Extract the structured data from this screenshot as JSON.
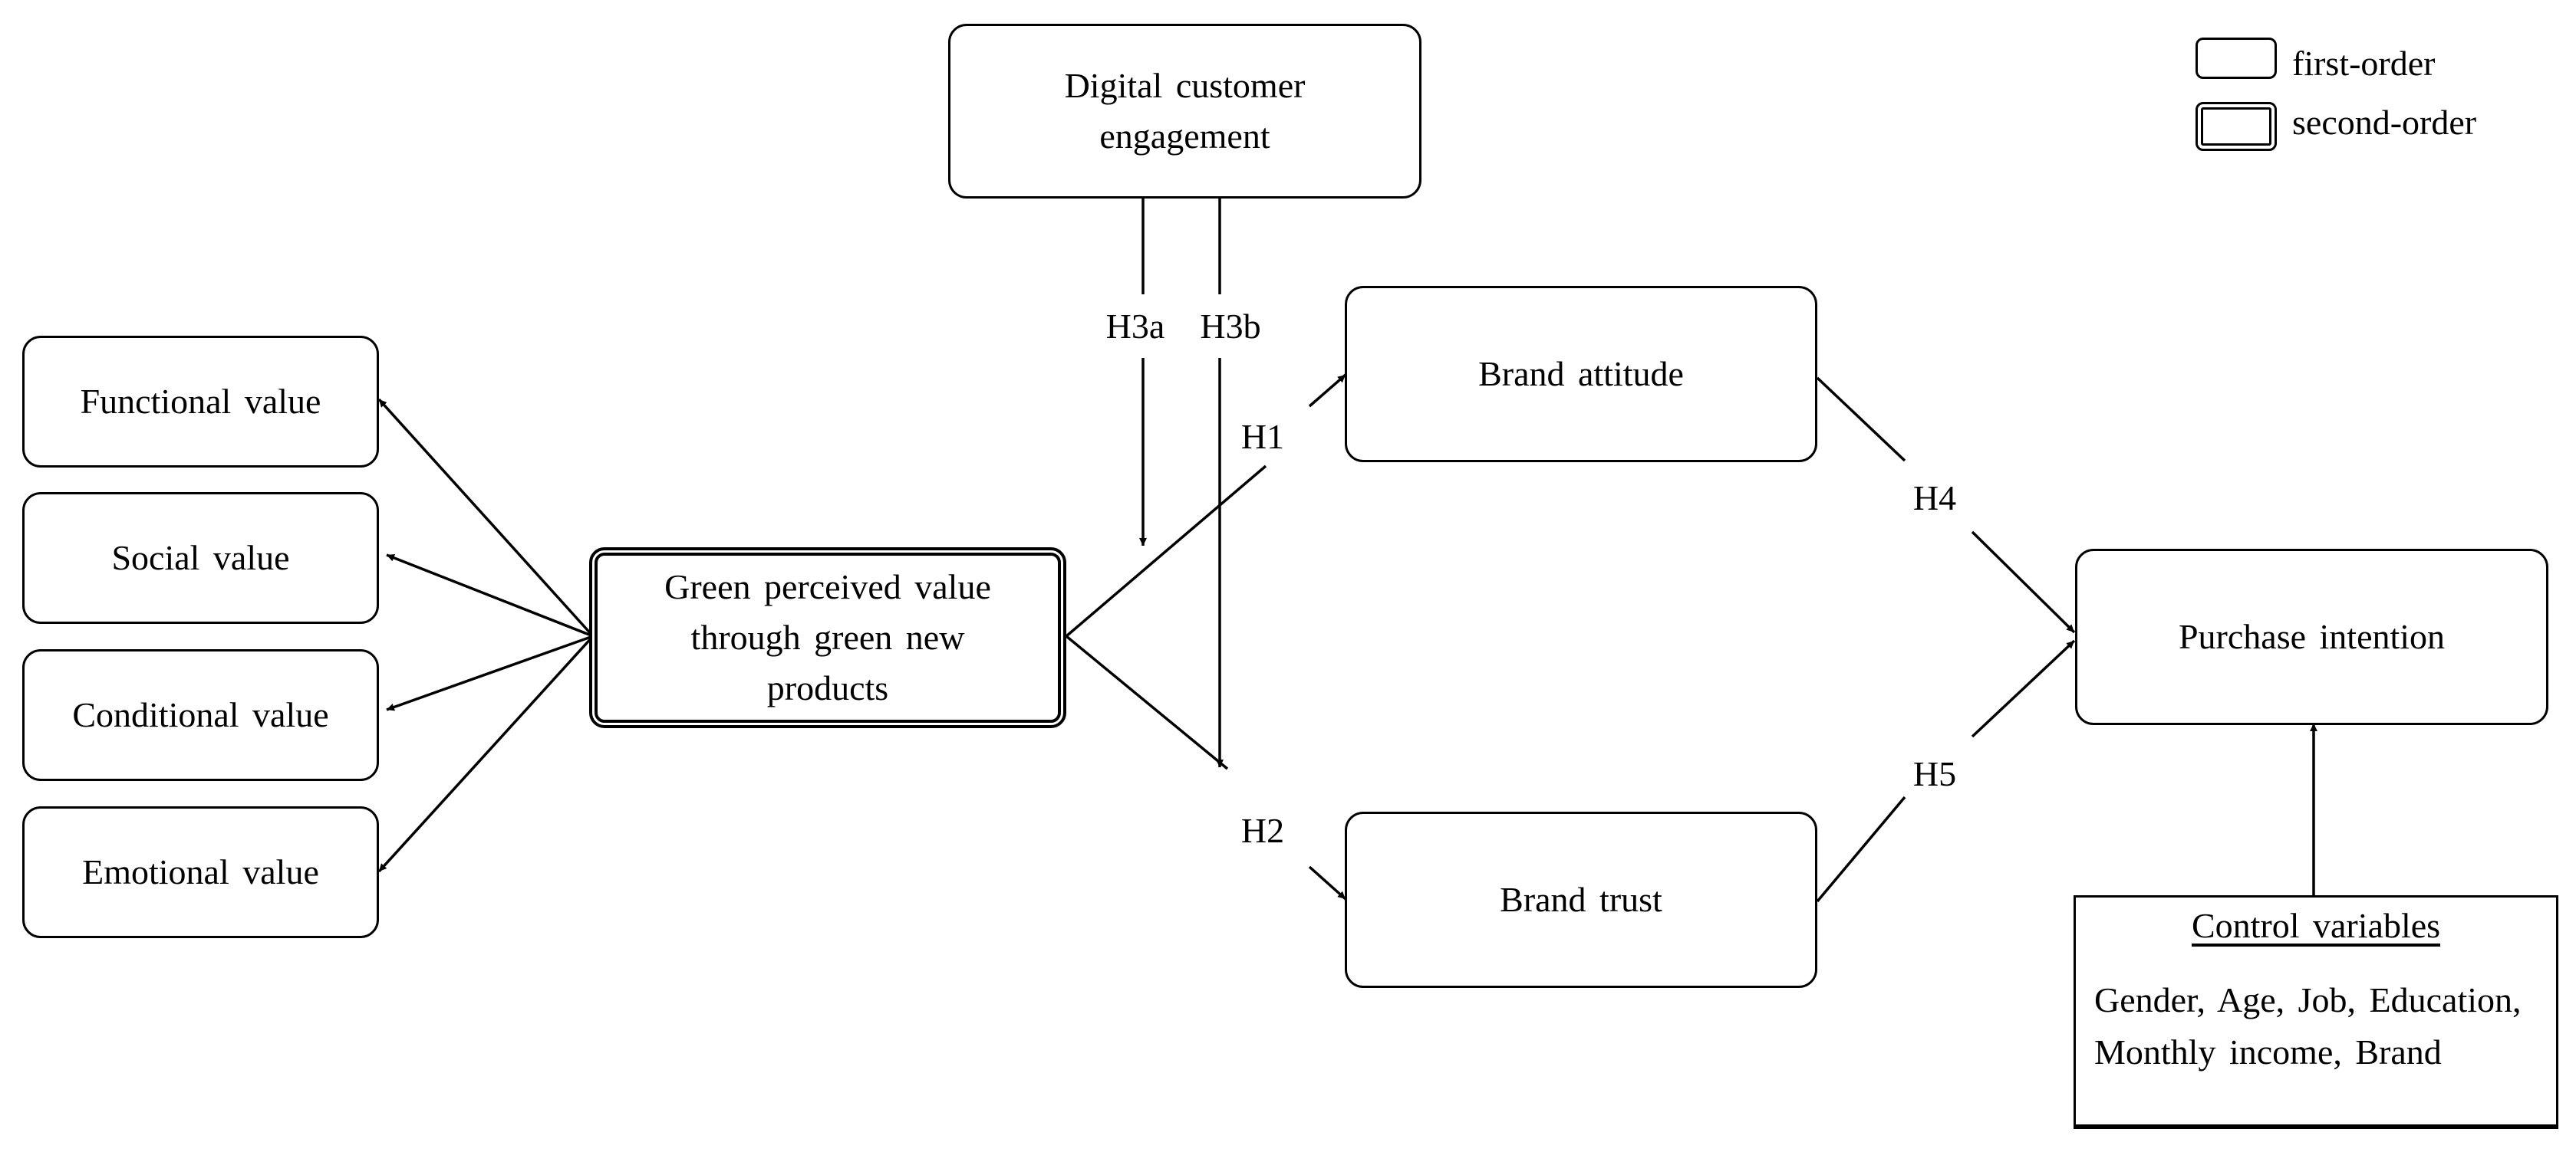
{
  "legend": {
    "first_order": "first-order",
    "second_order": "second-order"
  },
  "nodes": {
    "digital_engagement": "Digital customer engagement",
    "functional_value": "Functional  value",
    "social_value": "Social value",
    "conditional_value": "Conditional  value",
    "emotional_value": "Emotional value",
    "green_value": "Green perceived value through green new products",
    "brand_attitude": "Brand attitude",
    "brand_trust": "Brand trust",
    "purchase_intention": "Purchase  intention"
  },
  "hypotheses": {
    "h1": "H1",
    "h2": "H2",
    "h3a": "H3a",
    "h3b": "H3b",
    "h4": "H4",
    "h5": "H5"
  },
  "control": {
    "title": "Control  variables",
    "body": "Gender, Age, Job, Education,  Monthly income,  Brand"
  }
}
